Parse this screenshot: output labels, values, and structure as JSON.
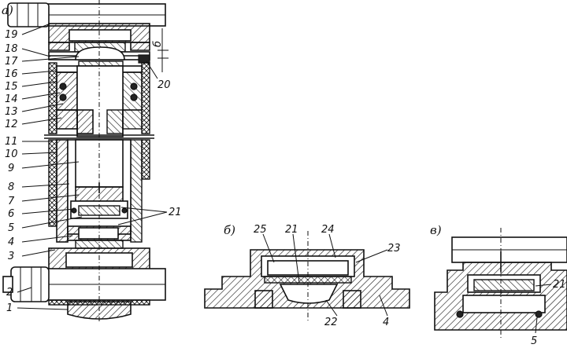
{
  "views": {
    "a": {
      "label": "a)"
    },
    "b": {
      "label": "б)"
    },
    "c": {
      "label": "в)"
    }
  },
  "dimension": {
    "label": "б"
  },
  "callouts_a": [
    "1",
    "2",
    "3",
    "4",
    "5",
    "6",
    "7",
    "8",
    "9",
    "10",
    "11",
    "12",
    "13",
    "14",
    "15",
    "16",
    "17",
    "18",
    "19",
    "20",
    "21"
  ],
  "callouts_b": [
    "25",
    "21",
    "24",
    "23",
    "22",
    "4"
  ],
  "callouts_c": [
    "21",
    "5"
  ]
}
